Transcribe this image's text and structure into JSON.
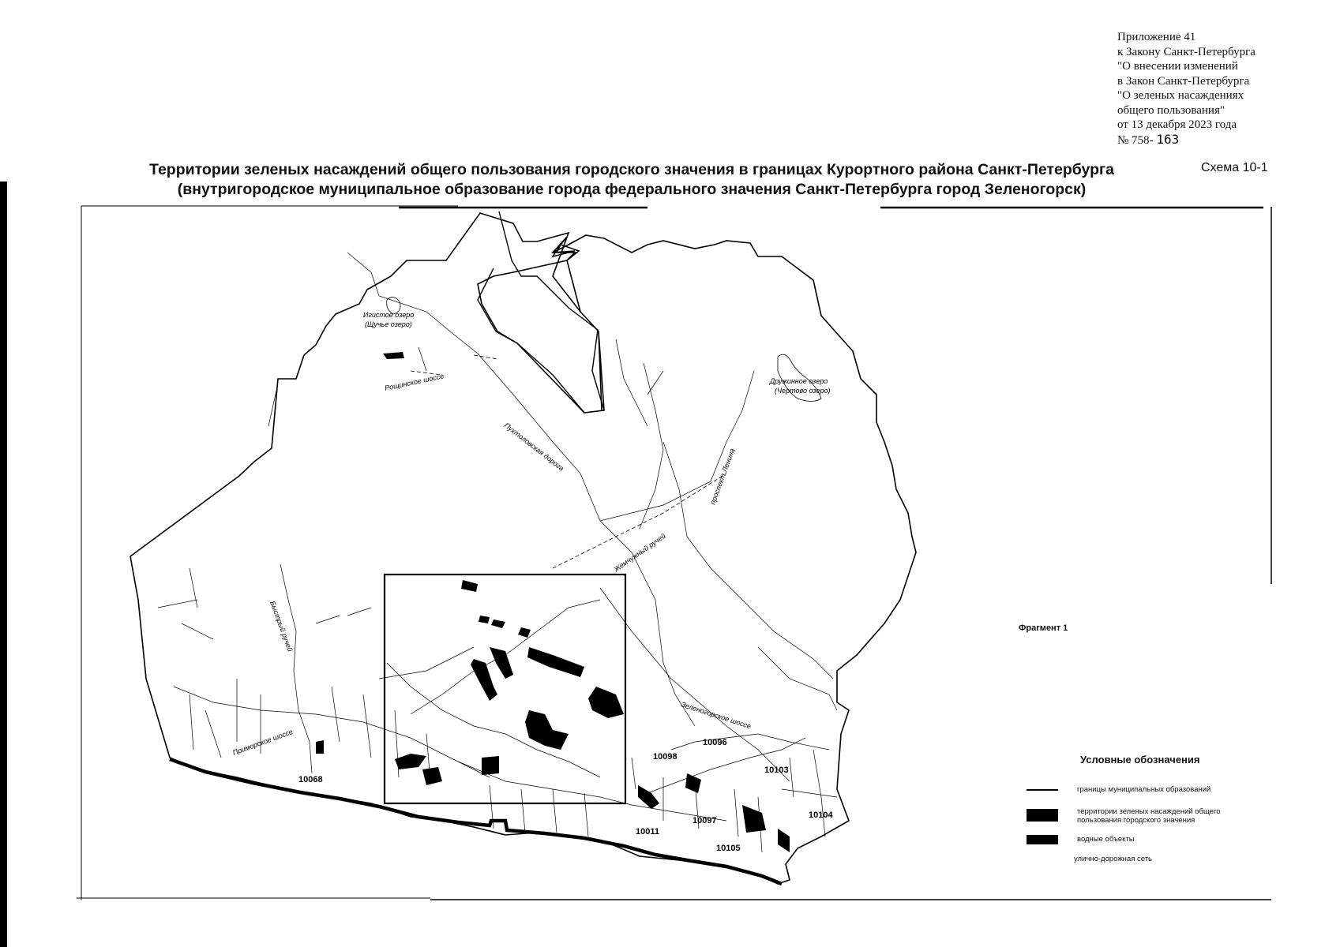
{
  "annex": {
    "lines": [
      "Приложение 41",
      "к Закону Санкт-Петербурга",
      "\"О внесении  изменений",
      "в Закон Санкт-Петербурга",
      "\"О зеленых насаждениях",
      "общего пользования\"",
      "от 13 декабря 2023 года",
      "№ 758-"
    ],
    "number": "163"
  },
  "title": {
    "line1": "Территории зеленых насаждений общего пользования городского значения в границах Курортного района Санкт-Петербурга",
    "line2": "(внутригородское муниципальное образование города федерального значения Санкт-Петербурга город Зеленогорск)"
  },
  "scheme_label": "Схема 10-1",
  "fragment_label": "Фрагмент 1",
  "map_labels": {
    "lake1_name": "Игистое озеро",
    "lake1_alt": "(Щучье озеро)",
    "lake2_name": "Дружинное озеро",
    "lake2_alt": "(Чертово озеро)",
    "road_roshchino": "Рощинское шоссе",
    "road_pukhtolovskaya": "Пухтоловская дорога",
    "road_lenina": "проспект Ленина",
    "stream_zhemchuzhny": "Жемчужный ручей",
    "stream_bystry": "Быстрый ручей",
    "road_primorskoe": "Приморское шоссе",
    "road_zelenogorskoe": "Зеленогорское шоссе"
  },
  "zone_ids": [
    "10068",
    "10096",
    "10098",
    "10103",
    "10104",
    "10097",
    "10011",
    "10105"
  ],
  "legend": {
    "title": "Условные обозначения",
    "items": [
      "границы муниципальных образований",
      "территории зеленых насаждений общего пользования городского значения",
      "водные объекты",
      "улично-дорожная сеть"
    ]
  }
}
